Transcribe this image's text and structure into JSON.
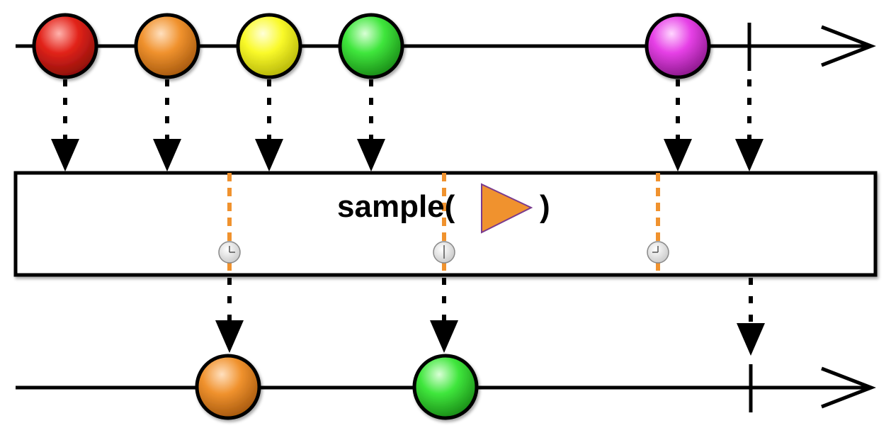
{
  "operator": {
    "label_prefix": "sample(",
    "label_suffix": ")",
    "sampler_icon": "orange-triangle-icon",
    "sampler_color": "#f0922e",
    "tick_icon": "clock-icon"
  },
  "source_stream": {
    "marbles": [
      {
        "color": "red",
        "hex": "#e2231a"
      },
      {
        "color": "orange",
        "hex": "#f0922e"
      },
      {
        "color": "yellow",
        "hex": "#fafa2a"
      },
      {
        "color": "green",
        "hex": "#3fe63c"
      },
      {
        "color": "magenta",
        "hex": "#e640e6"
      }
    ],
    "completes": true
  },
  "output_stream": {
    "marbles": [
      {
        "color": "orange",
        "hex": "#f0922e"
      },
      {
        "color": "green",
        "hex": "#3fe63c"
      }
    ],
    "completes": true
  },
  "sampling_ticks": 3
}
